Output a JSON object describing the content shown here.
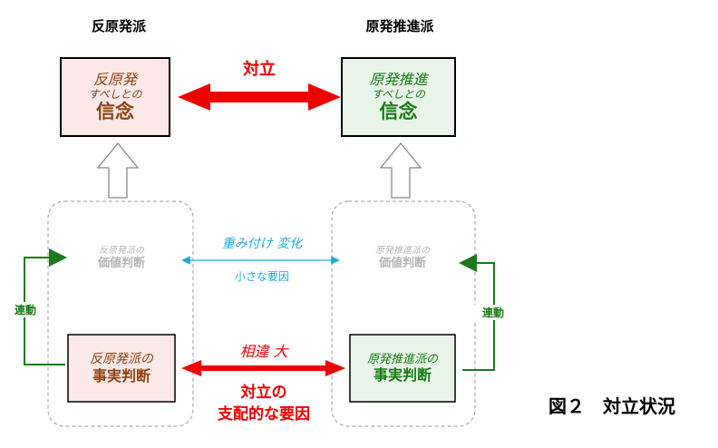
{
  "headers": {
    "anti": "反原発派",
    "pro": "原発推進派"
  },
  "top_conflict": "対立",
  "anti_belief": {
    "line1": "反原発",
    "line2": "すべしとの",
    "line3": "信念"
  },
  "pro_belief": {
    "line1": "原発推進",
    "line2": "すべしとの",
    "line3": "信念"
  },
  "anti_value": {
    "line1": "反原発派の",
    "line2": "価値判断"
  },
  "pro_value": {
    "line1": "原発推進派の",
    "line2": "価値判断"
  },
  "value_link": {
    "top": "重み付け 変化",
    "bottom": "小さな要因"
  },
  "anti_fact": {
    "line1": "反原発派の",
    "line2": "事実判断"
  },
  "pro_fact": {
    "line1": "原発推進派の",
    "line2": "事実判断"
  },
  "fact_link": {
    "top": "相違 大",
    "mid": "対立の",
    "bottom": "支配的な要因"
  },
  "linkage_left": "連動",
  "linkage_right": "連動",
  "caption": "図２　対立状況",
  "colors": {
    "red": "#ee0000",
    "green": "#1a7a1a",
    "cyan": "#22aadd",
    "brown": "#8b4513",
    "pink_fill": "#fbe8e8",
    "green_fill": "#e8f4e8"
  }
}
